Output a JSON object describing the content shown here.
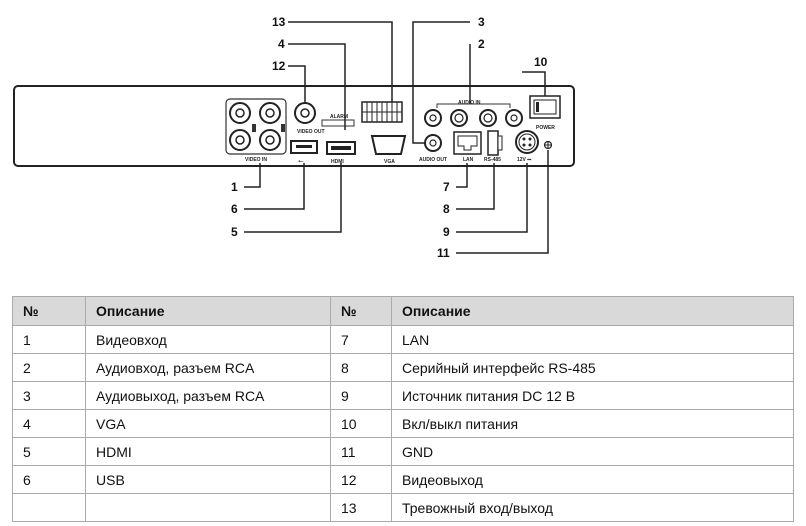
{
  "diagram": {
    "callouts": [
      "1",
      "2",
      "3",
      "4",
      "5",
      "6",
      "7",
      "8",
      "9",
      "10",
      "11",
      "12",
      "13"
    ],
    "panel_labels": {
      "video_in": "VIDEO IN",
      "video_out": "VIDEO OUT",
      "alarm": "ALARM",
      "vga": "VGA",
      "audio_in": "AUDIO IN",
      "audio_out": "AUDIO OUT",
      "lan": "LAN",
      "rs485": "RS-485",
      "power_in": "12V ⎓",
      "power": "POWER"
    }
  },
  "table": {
    "headers": [
      "№",
      "Описание",
      "№",
      "Описание"
    ],
    "rows": [
      [
        "1",
        "Видеовход",
        "7",
        "LAN"
      ],
      [
        "2",
        "Аудиовход, разъем RCA",
        "8",
        "Серийный интерфейс RS-485"
      ],
      [
        "3",
        "Аудиовыход, разъем RCA",
        "9",
        "Источник питания DC 12 В"
      ],
      [
        "4",
        "VGA",
        "10",
        "Вкл/выкл питания"
      ],
      [
        "5",
        "HDMI",
        "11",
        "GND"
      ],
      [
        "6",
        "USB",
        "12",
        "Видеовыход"
      ],
      [
        "",
        "",
        "13",
        "Тревожный вход/выход"
      ]
    ]
  }
}
